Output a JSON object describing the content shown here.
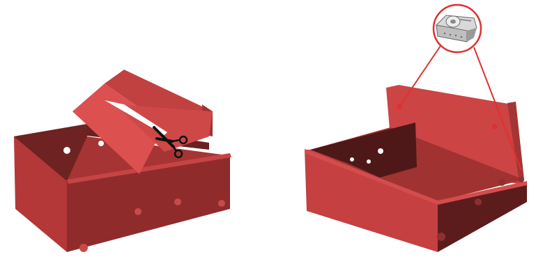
{
  "diagram": {
    "panels": [
      {
        "id": "left",
        "step": "cut-top-flap",
        "tool": "scissors-icon"
      },
      {
        "id": "right",
        "step": "tape-back-panel",
        "tool": "tape-dispenser-icon"
      }
    ],
    "colors": {
      "box_light": "#d84848",
      "box_mid": "#b83a3a",
      "box_dark": "#8a2a2a",
      "box_interior": "#5e1c1c",
      "panel_light": "#e05454",
      "hole": "#ffffff",
      "callout_line": "#e03030",
      "scissors": "#111111"
    }
  }
}
